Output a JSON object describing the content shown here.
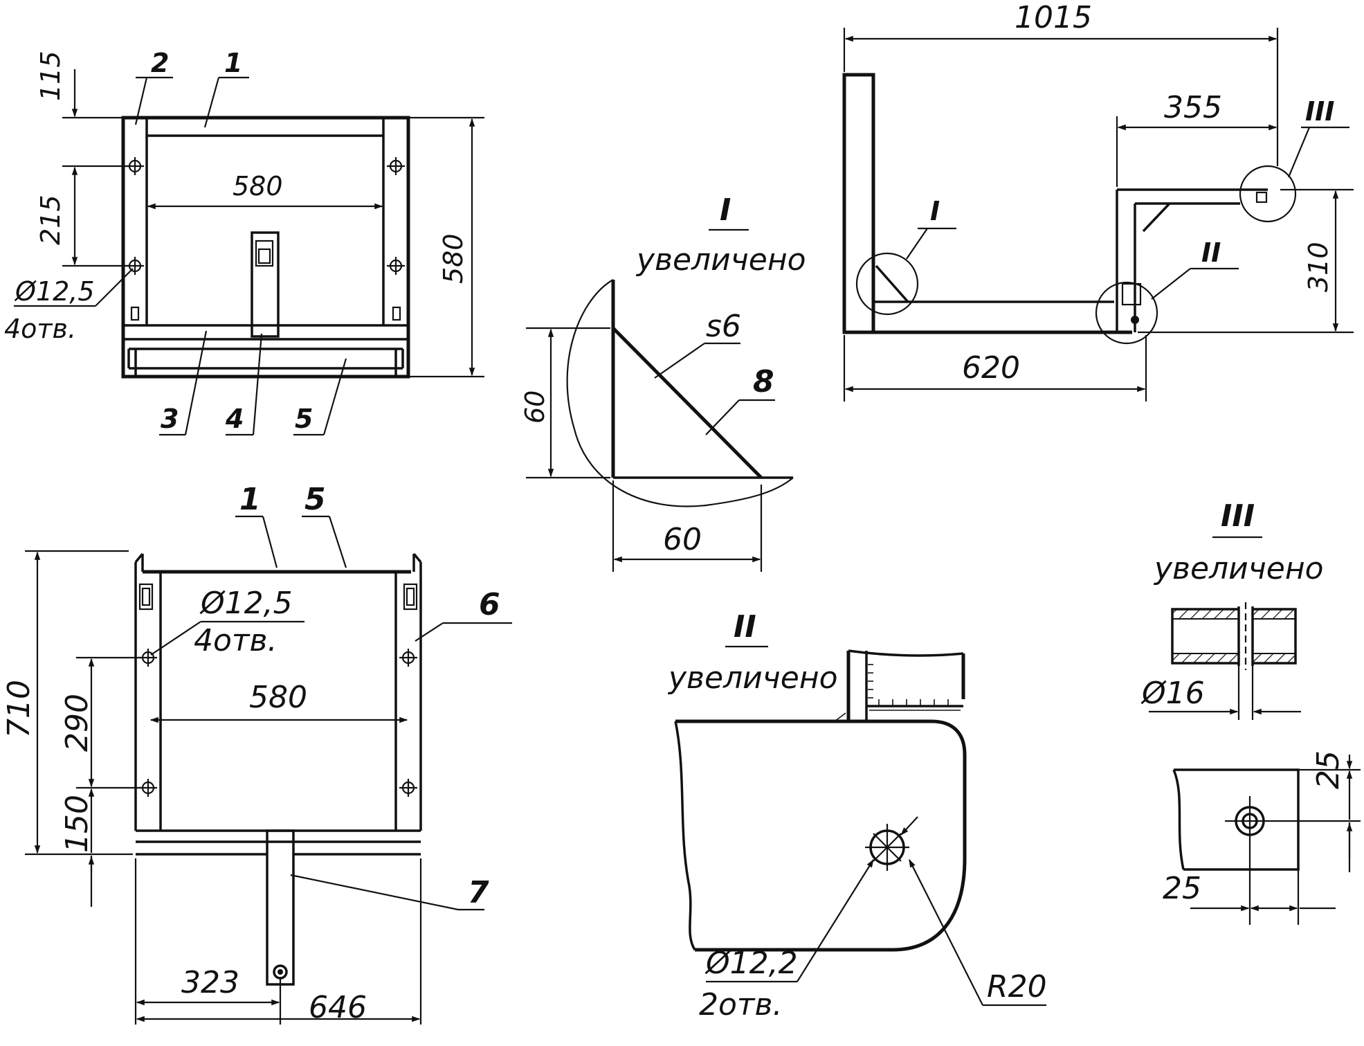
{
  "colors": {
    "ink": "#111111",
    "paper": "#ffffff"
  },
  "view_top": {
    "dim_115": "115",
    "dim_215": "215",
    "dim_580_h": "580",
    "dim_580_v": "580",
    "hole_dia": "Ø12,5",
    "hole_count": "4отв.",
    "pos_1": "1",
    "pos_2": "2",
    "pos_3": "3",
    "pos_4": "4",
    "pos_5": "5"
  },
  "view_side": {
    "dim_1015": "1015",
    "dim_355": "355",
    "dim_310": "310",
    "dim_620": "620",
    "callout_I": "I",
    "callout_II": "II",
    "callout_III": "III"
  },
  "detail_I": {
    "title": "I",
    "subtitle": "увеличено",
    "thickness": "s6",
    "dim_60_v": "60",
    "dim_60_h": "60",
    "pos_8": "8"
  },
  "view_bottom": {
    "pos_1": "1",
    "pos_5": "5",
    "pos_6": "6",
    "pos_7": "7",
    "hole_dia": "Ø12,5",
    "hole_count": "4отв.",
    "dim_710": "710",
    "dim_290": "290",
    "dim_150": "150",
    "dim_580": "580",
    "dim_323": "323",
    "dim_646": "646"
  },
  "detail_II": {
    "title": "II",
    "subtitle": "увеличено",
    "hole_dia": "Ø12,2",
    "hole_count": "2отв.",
    "radius": "R20"
  },
  "detail_III": {
    "title": "III",
    "subtitle": "увеличено",
    "dia": "Ø16",
    "dim_25_v": "25",
    "dim_25_h": "25"
  }
}
